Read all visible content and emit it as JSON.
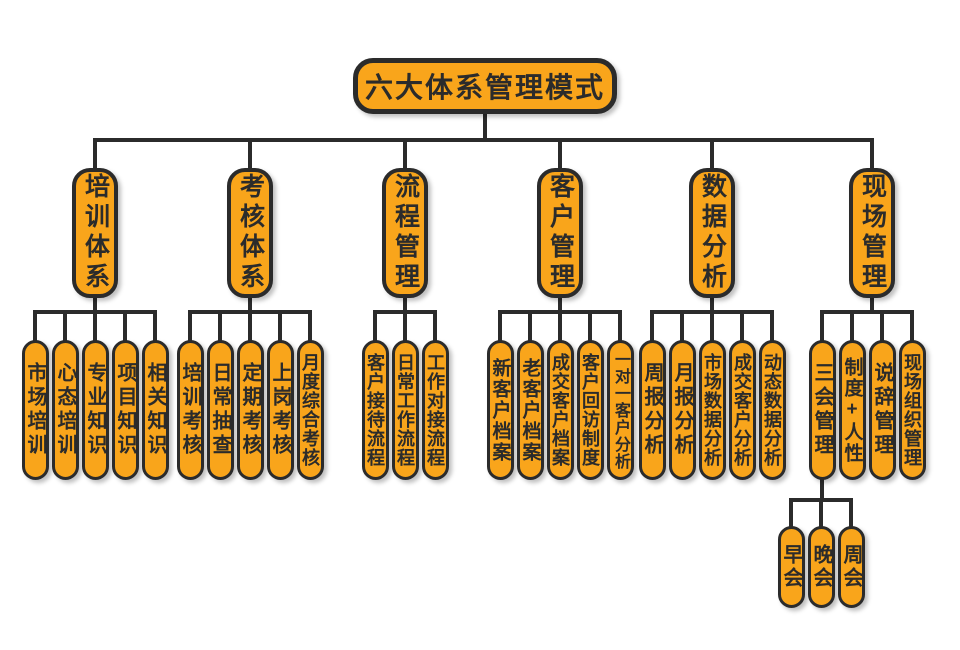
{
  "colors": {
    "node_fill": "#F9A51B",
    "node_border": "#2B2B2B",
    "connector": "#2B2B2B",
    "background": "#FFFFFF"
  },
  "diagram": {
    "root": {
      "label": "六大体系管理模式"
    },
    "branches": [
      {
        "label": "培训体系",
        "children": [
          {
            "label": "市场培训"
          },
          {
            "label": "心态培训"
          },
          {
            "label": "专业知识"
          },
          {
            "label": "项目知识"
          },
          {
            "label": "相关知识"
          }
        ]
      },
      {
        "label": "考核体系",
        "children": [
          {
            "label": "培训考核"
          },
          {
            "label": "日常抽查"
          },
          {
            "label": "定期考核"
          },
          {
            "label": "上岗考核"
          },
          {
            "label": "月度综合考核"
          }
        ]
      },
      {
        "label": "流程管理",
        "children": [
          {
            "label": "客户接待流程"
          },
          {
            "label": "日常工作流程"
          },
          {
            "label": "工作对接流程"
          }
        ]
      },
      {
        "label": "客户管理",
        "children": [
          {
            "label": "新客户档案"
          },
          {
            "label": "老客户档案"
          },
          {
            "label": "成交客户档案"
          },
          {
            "label": "客户回访制度"
          },
          {
            "label": "一对一客户分析"
          }
        ]
      },
      {
        "label": "数据分析",
        "children": [
          {
            "label": "周报分析"
          },
          {
            "label": "月报分析"
          },
          {
            "label": "市场数据分析"
          },
          {
            "label": "成交客户分析"
          },
          {
            "label": "动态数据分析"
          }
        ]
      },
      {
        "label": "现场管理",
        "children": [
          {
            "label": "三会管理",
            "children": [
              {
                "label": "早会"
              },
              {
                "label": "晚会"
              },
              {
                "label": "周会"
              }
            ]
          },
          {
            "label": "制度+人性"
          },
          {
            "label": "说辞管理"
          },
          {
            "label": "现场组织管理"
          }
        ]
      }
    ]
  }
}
